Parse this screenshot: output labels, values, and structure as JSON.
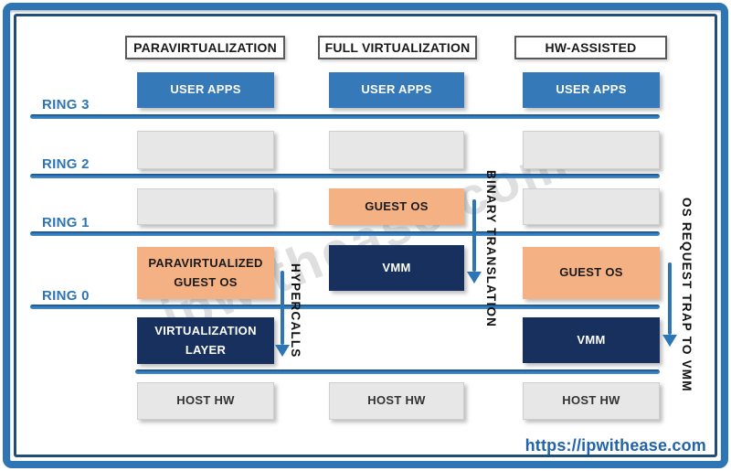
{
  "colors": {
    "accent_blue": "#2E75B6",
    "navy": "#17305E",
    "orange": "#F4B183",
    "gray": "#E8E7E7",
    "ring_label_blue": "#2E75B6",
    "url_blue": "#2063AE"
  },
  "columns": [
    {
      "title": "PARAVIRTUALIZATION",
      "user_apps": "USER APPS",
      "paravirt_guest_os": "PARAVIRTUALIZED GUEST OS",
      "virtualization_layer": "VIRTUALIZATION LAYER",
      "host_hw": "HOST HW"
    },
    {
      "title": "FULL VIRTUALIZATION",
      "user_apps": "USER APPS",
      "guest_os": "GUEST OS",
      "vmm": "VMM",
      "host_hw": "HOST HW"
    },
    {
      "title": "HW-ASSISTED",
      "user_apps": "USER APPS",
      "guest_os": "GUEST OS",
      "vmm": "VMM",
      "host_hw": "HOST HW"
    }
  ],
  "rings": [
    "RING 3",
    "RING 2",
    "RING 1",
    "RING 0"
  ],
  "arrows": {
    "hypercalls": "HYPERCALLS",
    "binary_translation": "BINARY TRANSLATION",
    "os_request_trap": "OS REQUEST TRAP TO VMM"
  },
  "watermark": "ipwithease.com",
  "footer_url": "https://ipwithease.com"
}
